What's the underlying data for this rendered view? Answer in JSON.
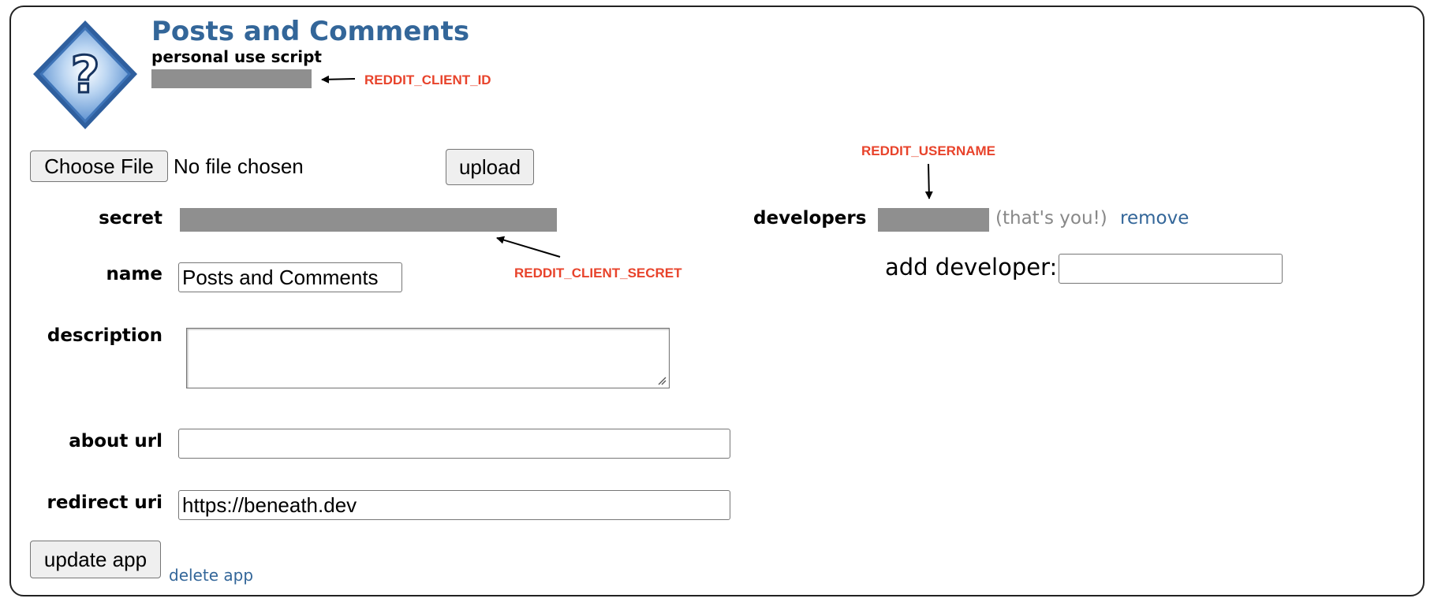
{
  "app": {
    "title": "Posts and Comments",
    "type": "personal use script",
    "icon": "question-mark-icon"
  },
  "annotations": {
    "client_id": "REDDIT_CLIENT_ID",
    "client_secret": "REDDIT_CLIENT_SECRET",
    "username": "REDDIT_USERNAME",
    "color": "#e8432b"
  },
  "icon_file": {
    "choose_label": "Choose File",
    "status": "No file chosen",
    "upload_label": "upload"
  },
  "form": {
    "secret_label": "secret",
    "name_label": "name",
    "name_value": "Posts and Comments",
    "description_label": "description",
    "description_value": "",
    "about_url_label": "about url",
    "about_url_value": "",
    "redirect_uri_label": "redirect uri",
    "redirect_uri_value": "https://beneath.dev",
    "update_label": "update app",
    "delete_label": "delete app"
  },
  "developers": {
    "label": "developers",
    "note": "(that's you!)",
    "remove_label": "remove",
    "add_label": "add developer:",
    "add_value": ""
  },
  "colors": {
    "title_blue": "#336699",
    "redacted_gray": "#8f8f8f"
  }
}
